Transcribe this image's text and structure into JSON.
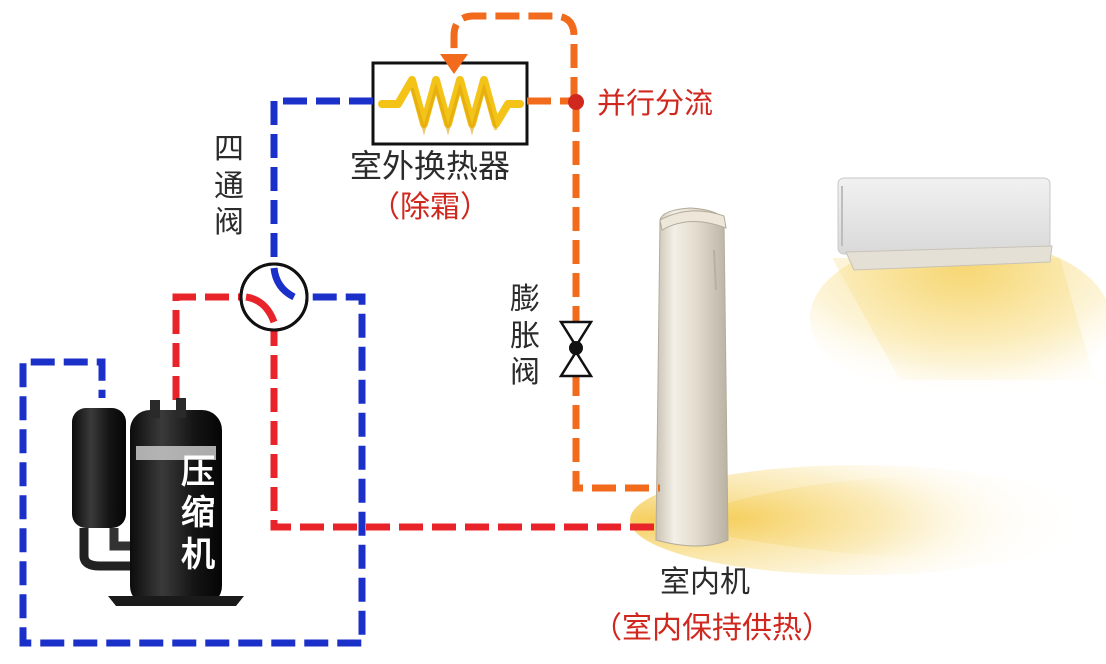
{
  "labels": {
    "heat_exchanger": "室外换热器",
    "defrost": "（除霜）",
    "parallel_split": "并行分流",
    "four_way_valve": "四通阀",
    "expansion_valve": "膨胀阀",
    "compressor": "压缩机",
    "indoor_unit": "室内机",
    "indoor_heating": "（室内保持供热）"
  },
  "colors": {
    "hot_pipe": "#e8232a",
    "cold_pipe": "#1b2fc9",
    "split_pipe": "#f26a1b",
    "coil": "#f3c318",
    "label_text": "#2b2b2b",
    "accent_text": "#d0281f"
  }
}
